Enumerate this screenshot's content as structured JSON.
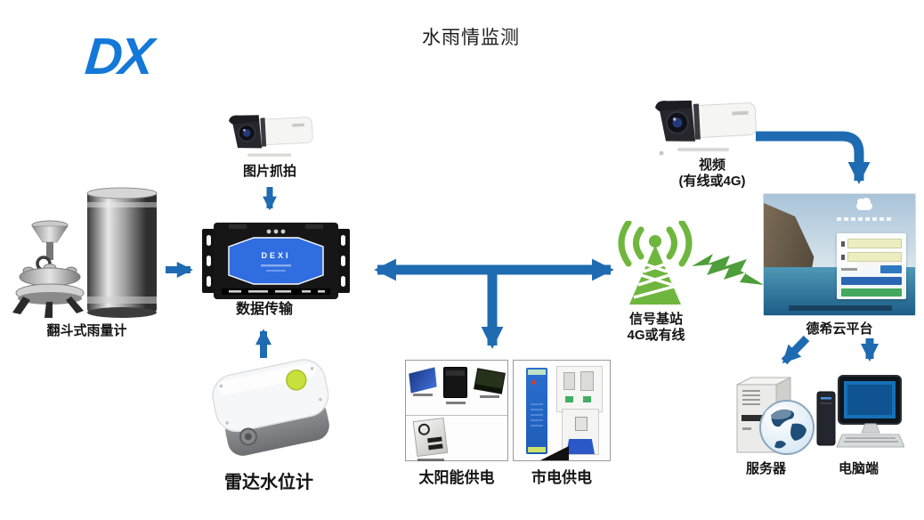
{
  "title": "水雨情监测",
  "logo": {
    "text": "DX"
  },
  "colors": {
    "arrow_blue": "#1e6bb2",
    "tower_green": "#6fb63e",
    "bolt_green": "#4f9e3c",
    "logo_blue": "#1478d8",
    "device_panel_blue": "#2f6de0"
  },
  "nodes": {
    "picture_capture": {
      "label": "图片抓拍"
    },
    "rain_gauge": {
      "label": "翻斗式雨量计"
    },
    "data_transmission": {
      "label": "数据传输",
      "device_text": "DEXI"
    },
    "radar_level_meter": {
      "label": "雷达水位计"
    },
    "solar_power": {
      "label": "太阳能供电"
    },
    "mains_power": {
      "label": "市电供电"
    },
    "base_station": {
      "label_line1": "信号基站",
      "label_line2": "4G或有线"
    },
    "video_camera": {
      "label_line1": "视频",
      "label_line2": "(有线或4G)"
    },
    "cloud_platform": {
      "label": "德希云平台"
    },
    "server": {
      "label": "服务器"
    },
    "pc": {
      "label": "电脑端"
    }
  }
}
